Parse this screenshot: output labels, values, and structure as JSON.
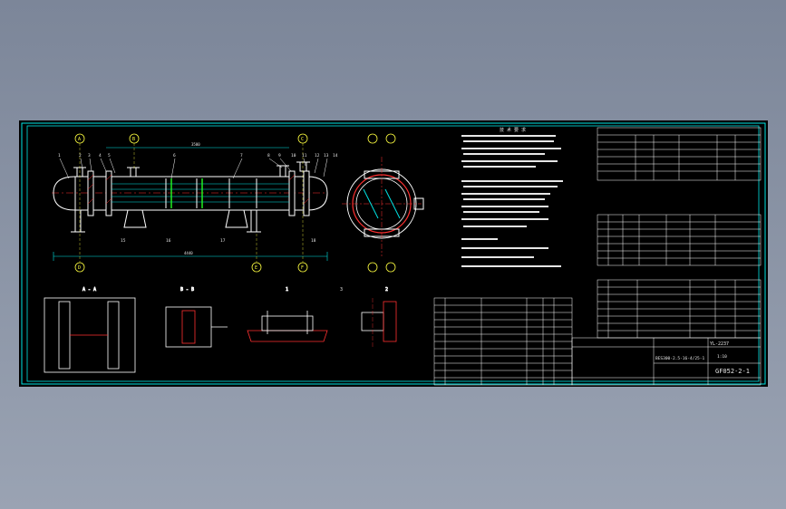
{
  "drawing": {
    "view_labels": {
      "section_aa": "A - A",
      "view_bb": "B - B",
      "detail_1": "1",
      "detail_2": "2",
      "detail_3": "3"
    },
    "balloons": [
      "A",
      "B",
      "C",
      "D",
      "E",
      "F"
    ],
    "part_numbers": [
      "1",
      "2",
      "3",
      "4",
      "5",
      "6",
      "7",
      "8",
      "9",
      "10",
      "11",
      "12",
      "13",
      "14",
      "15",
      "16",
      "17",
      "18"
    ],
    "dimension_text": [
      "4440",
      "3500"
    ],
    "notes_title": "技 术 要 求",
    "title_block": {
      "drawing_no": "GF052-2-1",
      "scale": "1:10",
      "product": "BES300-2.5-16-4/25-1",
      "unit": "YL-2237"
    },
    "colors": {
      "background": "#000000",
      "frame": "#00e5e5",
      "geometry": "#ffffff",
      "hatch": "#ff3030",
      "centerline": "#ff3030",
      "dimension": "#00e5e5",
      "accent": "#22ff22",
      "balloon": "#ffff40"
    }
  }
}
